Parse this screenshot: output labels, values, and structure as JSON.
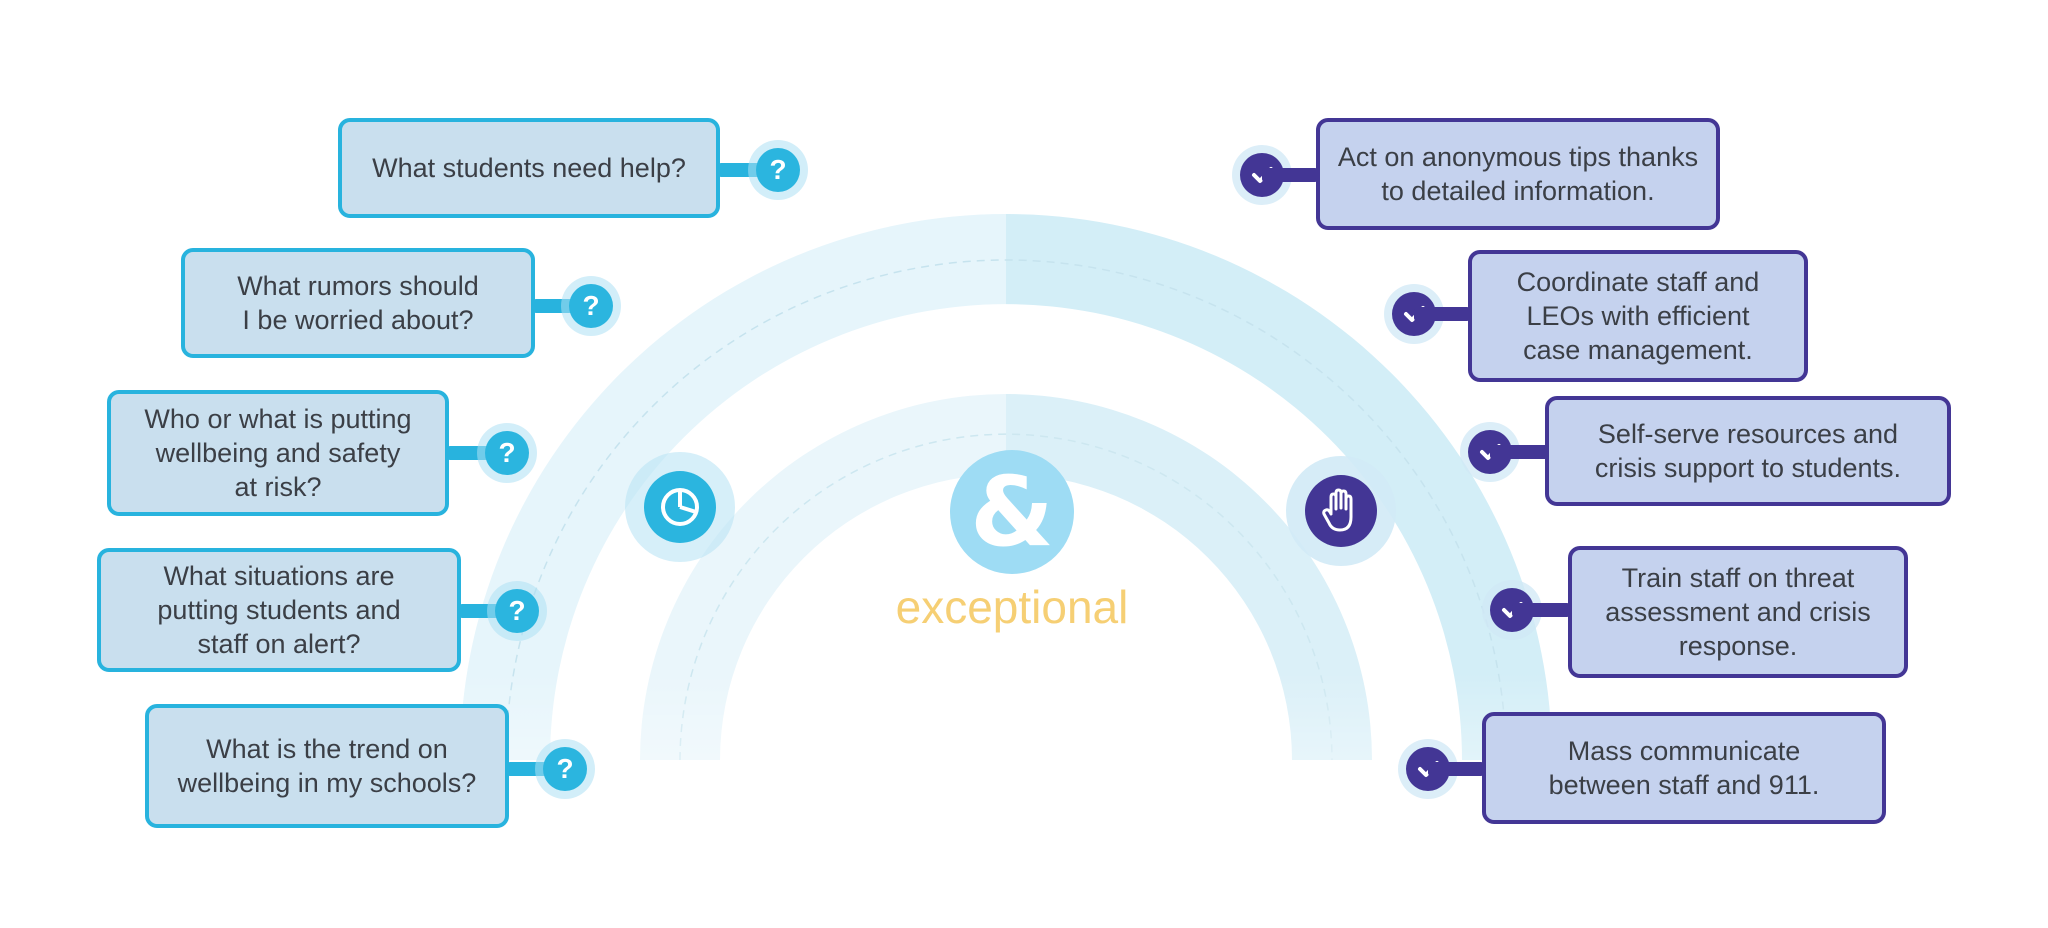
{
  "center": {
    "symbol": "&",
    "word": "exceptional"
  },
  "colors": {
    "question_accent": "#28b3de",
    "question_fill": "#c9dfee",
    "answer_accent": "#433695",
    "answer_fill": "#c5d2ee",
    "center_word": "#f6cf74",
    "arc_light": "#e4f4fa"
  },
  "left_icon": "pie-chart-icon",
  "right_icon": "raised-hand-icon",
  "questions": [
    {
      "text": "What students need help?",
      "icon": "question-icon"
    },
    {
      "text": "What rumors should\nI be worried about?",
      "icon": "question-icon"
    },
    {
      "text": "Who or what is putting\nwellbeing and safety\nat risk?",
      "icon": "question-icon"
    },
    {
      "text": "What situations are\nputting students and\nstaff on alert?",
      "icon": "question-icon"
    },
    {
      "text": "What is the trend on\nwellbeing in my schools?",
      "icon": "question-icon"
    }
  ],
  "answers": [
    {
      "text": "Act on anonymous tips thanks\nto detailed information.",
      "icon": "checkmark-icon"
    },
    {
      "text": "Coordinate staff and\nLEOs with efficient\ncase management.",
      "icon": "checkmark-icon"
    },
    {
      "text": "Self-serve resources and\ncrisis support to students.",
      "icon": "checkmark-icon"
    },
    {
      "text": "Train staff on threat\nassessment and crisis\nresponse.",
      "icon": "checkmark-icon"
    },
    {
      "text": "Mass communicate\nbetween staff and 911.",
      "icon": "checkmark-icon"
    }
  ]
}
